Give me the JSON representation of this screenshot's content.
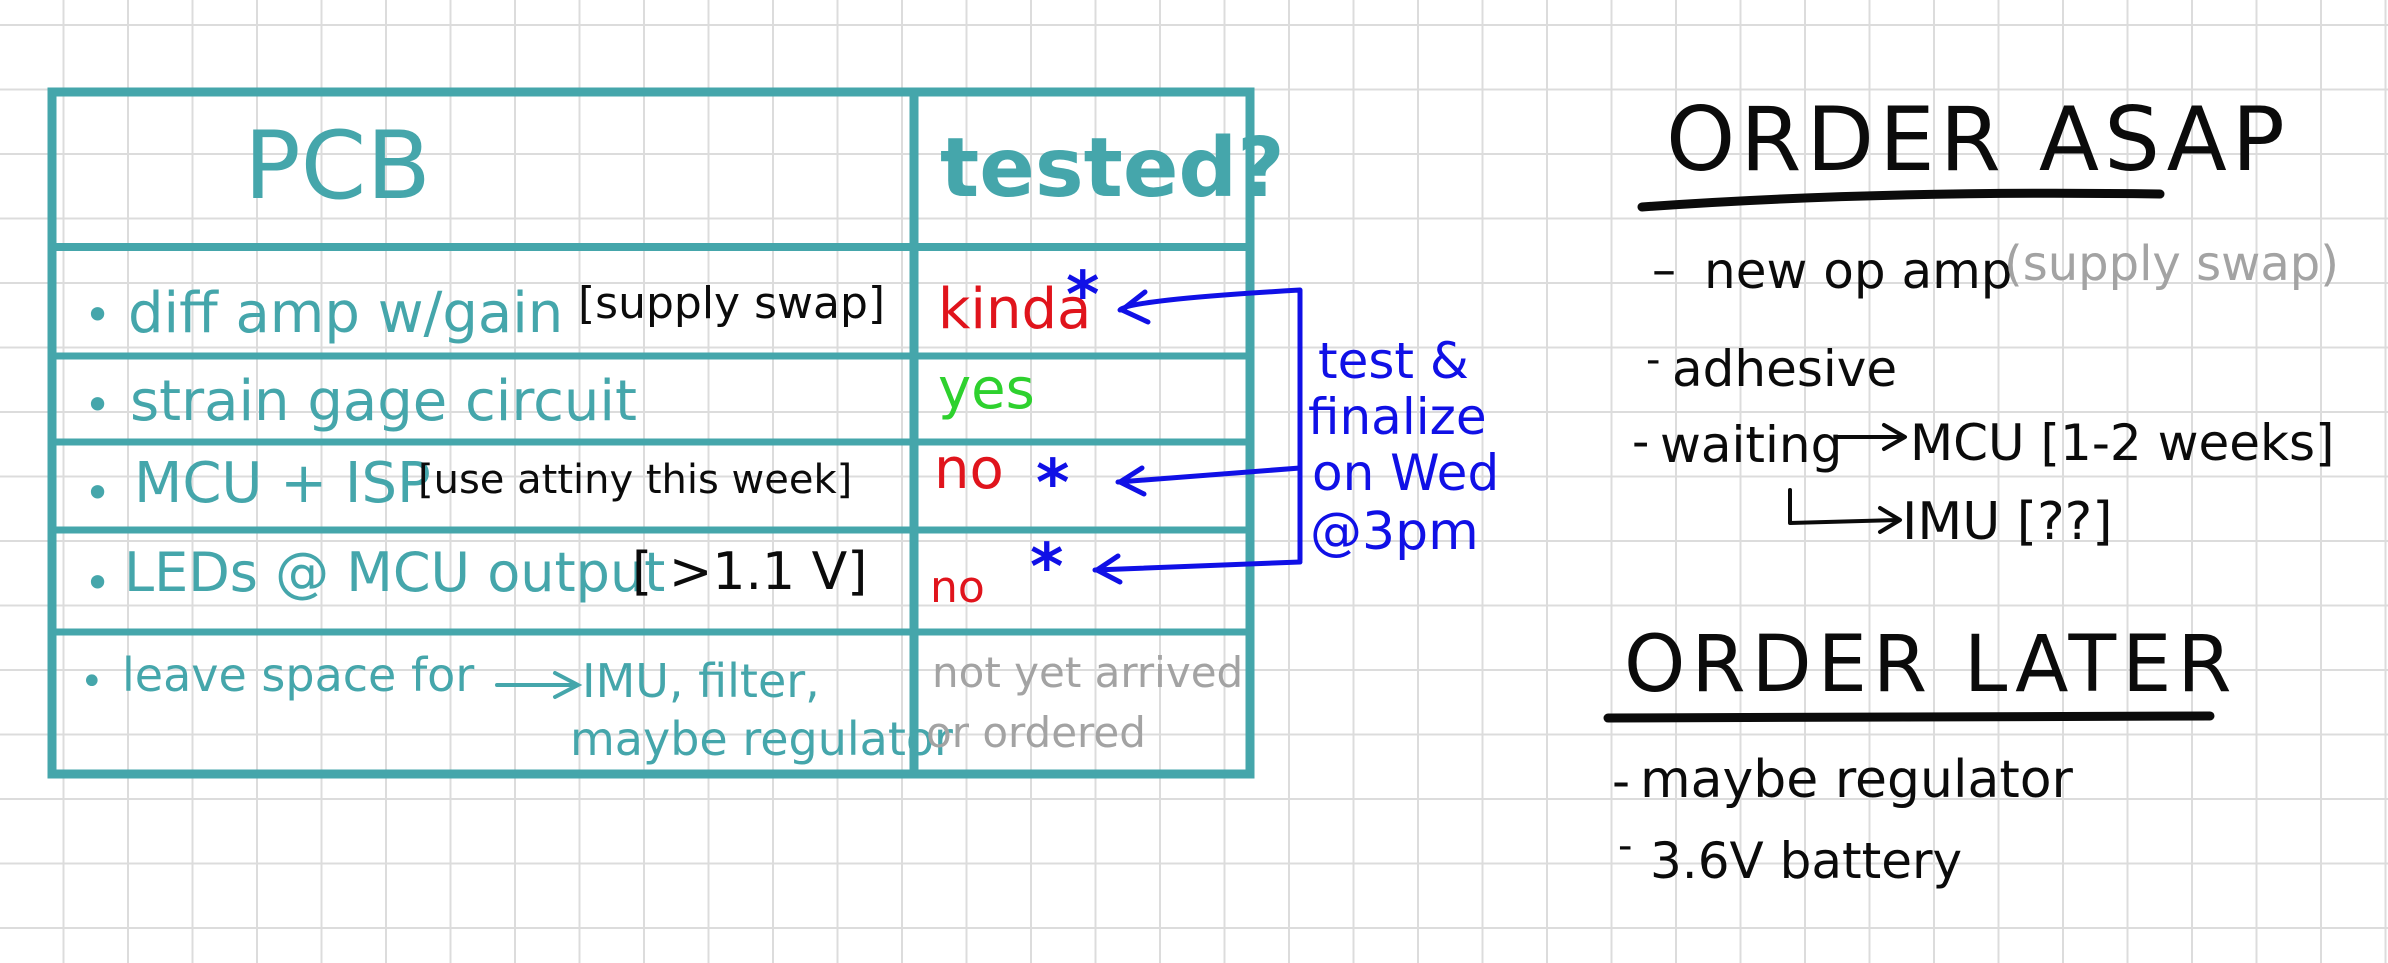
{
  "table": {
    "header_pcb": "PCB",
    "header_tested": "tested?",
    "rows": [
      {
        "bullet": "•",
        "item": "diff amp  w/gain",
        "note": "[supply swap]",
        "tested": "kinda",
        "mark": "*"
      },
      {
        "bullet": "•",
        "item": "strain gage  circuit",
        "note": "",
        "tested": "yes",
        "mark": ""
      },
      {
        "bullet": "•",
        "item": "MCU + ISP",
        "note": "[use attiny this week]",
        "tested": "no",
        "mark": "*"
      },
      {
        "bullet": "•",
        "item": "LEDs @ MCU output",
        "note": "[ >1.1 V]",
        "tested": "no",
        "mark": "*"
      },
      {
        "bullet": "•",
        "item": "leave space  for",
        "item_cont1": "IMU, filter,",
        "item_cont2": "maybe regulator",
        "tested": "not yet arrived",
        "tested_cont": "or ordered",
        "mark": ""
      }
    ]
  },
  "annotation": {
    "line1": "test &",
    "line2": "finalize",
    "line3": "on Wed",
    "line4": "@3pm"
  },
  "order_asap": {
    "title": "ORDER ASAP",
    "items": [
      {
        "dash": "–",
        "text": "new op amp",
        "note": "(supply swap)"
      },
      {
        "dash": "-",
        "text": "adhesive"
      },
      {
        "dash": "-",
        "text": "waiting",
        "sub1": "MCU [1-2 weeks]",
        "sub2": "IMU [??]"
      }
    ]
  },
  "order_later": {
    "title": "ORDER LATER",
    "items": [
      {
        "dash": "-",
        "text": "maybe  regulator"
      },
      {
        "dash": "-",
        "text": "3.6V battery"
      }
    ]
  },
  "colors": {
    "teal": "#45a6ab",
    "ink_black": "#0b0b0b",
    "ink_red": "#e0141c",
    "ink_green": "#2ed12e",
    "ink_blue": "#1010e6",
    "ink_gray": "#a3a3a3",
    "grid": "#dcdcdc"
  }
}
